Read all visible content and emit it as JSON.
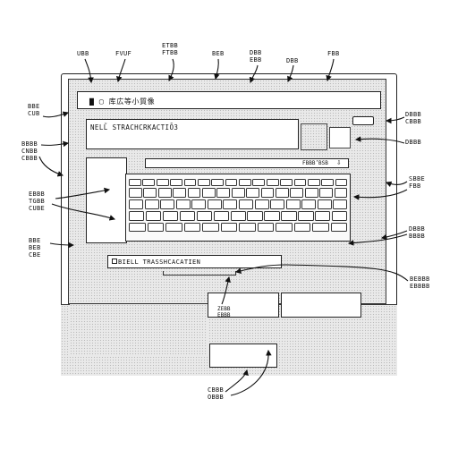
{
  "callouts": {
    "top_1": "UBB",
    "top_2": "FVUF",
    "top_3": "ETBB\nFTBB",
    "top_4": "BEB",
    "top_5": "DBB\nEBB",
    "top_6": "DBB",
    "top_7": "FBB",
    "left_1": "BBE\nCUB",
    "left_2": "BBBB\nCNBB\nCBBB",
    "left_3": "EBBB\nTGBB\nCUBE",
    "left_4": "BBE\nBEB\nCBE",
    "right_1": "DBBB\nCBBB",
    "right_2": "DBBB",
    "right_3": "SBBE\nFBB",
    "right_4": "DBBB\nBBBB",
    "right_5": "BEBBB\nEBBBB",
    "bottom_center": "CBBB\nOBBB"
  },
  "screen": {
    "titlebar_text": "▇ ▢ 库広等小質像",
    "info_text": "NELL̃ STRACHCRKACTIŌ3",
    "address_text": "FBBB’BSB",
    "address_arrow": "⇩",
    "status_text": "BIELL  TRASSHCACATIEN",
    "deck_button_text": "ZEBB\nEBBB"
  },
  "colors": {
    "line": "#222222",
    "stipple_bg": "#e9e9e9",
    "stipple_dot": "#b9b9b9",
    "paper": "#ffffff"
  }
}
